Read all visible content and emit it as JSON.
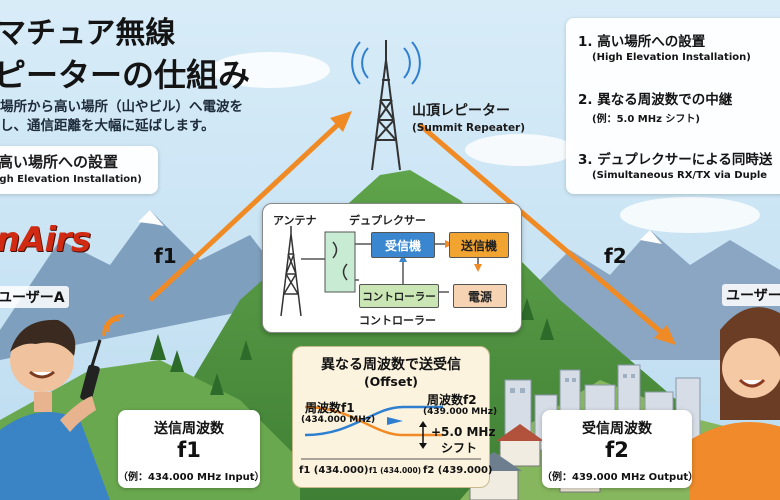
{
  "title": {
    "line1": "マチュア無線",
    "line2": "ピーターの仕組み"
  },
  "description": {
    "line1": "場所から高い場所（山やビル）へ電波を",
    "line2": "し、通信距離を大幅に延ばします。"
  },
  "left_tag": {
    "title": "高い場所への設置",
    "subtitle": "igh Elevation Installation)"
  },
  "steps": [
    {
      "title": "1. 高い場所への設置",
      "subtitle": "(High Elevation Installation)"
    },
    {
      "title": "2. 異なる周波数での中継",
      "subtitle": "(例：5.0 MHz シフト)"
    },
    {
      "title": "3. デュプレクサーによる同時送",
      "subtitle": "(Simultaneous RX/TX via Duple"
    }
  ],
  "repeater": {
    "label": "山頂レピーター",
    "sublabel": "(Summit Repeater)"
  },
  "brand": "nAirs",
  "f1_label": "f1",
  "f2_label": "f2",
  "user_a": "ユーザーA",
  "user_b": "ユーザー",
  "block_diagram": {
    "antenna": "アンテナ",
    "duplexer": "デュプレクサー",
    "receiver": "受信機",
    "transmitter": "送信機",
    "controller": "コントローラー",
    "power": "電源",
    "controller_caption": "コントローラー"
  },
  "offset": {
    "title": "異なる周波数で送受信",
    "subtitle": "(Offset)",
    "f1_label": "周波数f1",
    "f1_value": "(434.000 MHz)",
    "f2_label": "周波数f2",
    "f2_value": "(439.000 MHz)",
    "shift": "+5.0 MHz",
    "shift_label": "シフト",
    "axis_f1": "f1 (434.000)",
    "axis_mid": "f1 (434.000)",
    "axis_f2": "f2 (439.000)"
  },
  "tx_box": {
    "title": "送信周波数",
    "value": "f1",
    "example": "（例：434.000 MHz Input）"
  },
  "rx_box": {
    "title": "受信周波数",
    "value": "f2",
    "example": "（例：439.000 MHz Output）"
  },
  "colors": {
    "arrow": "#f08a24",
    "receiver": "#3b87cf",
    "transmitter": "#f2a431",
    "controller": "#c9e6b4",
    "power": "#f6d4b3"
  }
}
